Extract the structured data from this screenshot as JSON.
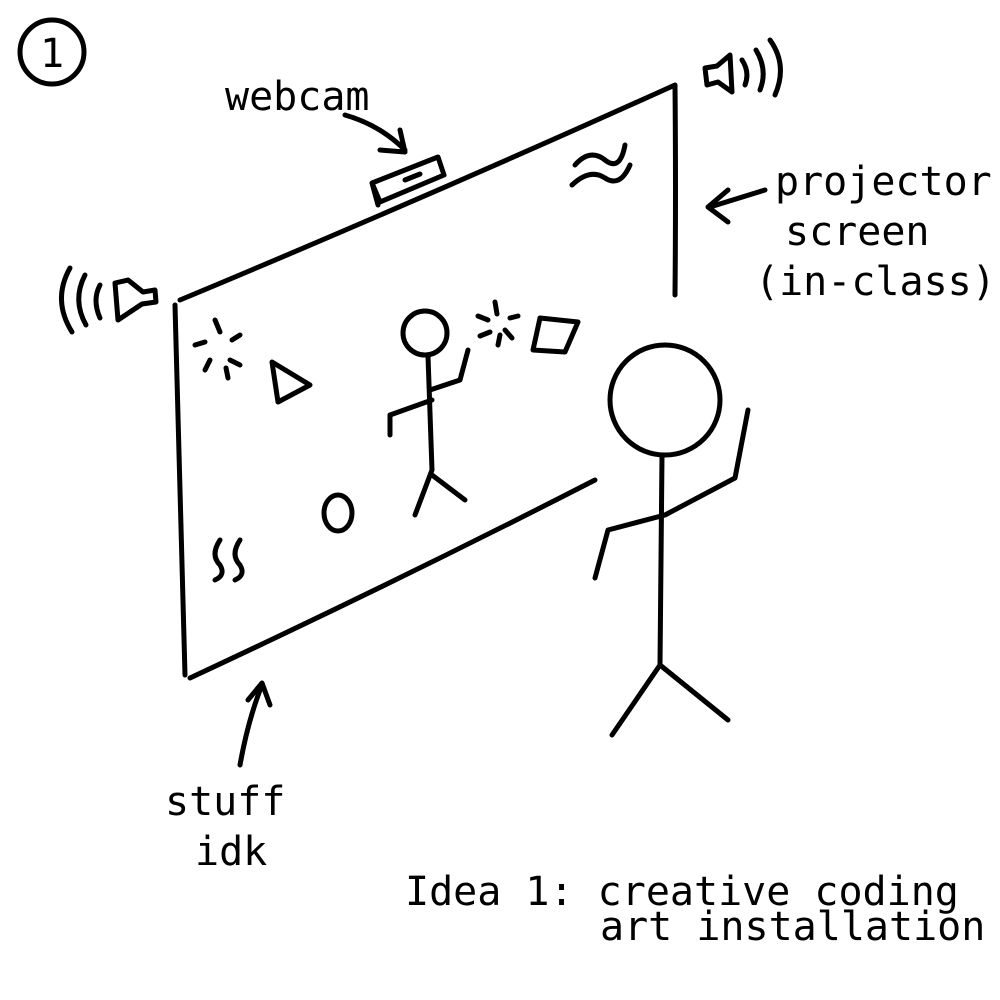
{
  "badge": "1",
  "labels": {
    "webcam": "webcam",
    "projector_line1": "projector",
    "projector_line2": "screen",
    "projector_line3": "(in-class)",
    "stuff_line1": "stuff",
    "stuff_line2": "idk",
    "idea_line1": "Idea 1: creative coding",
    "idea_line2": "art installation"
  },
  "colors": {
    "ink": "#000000",
    "paper": "#ffffff"
  }
}
